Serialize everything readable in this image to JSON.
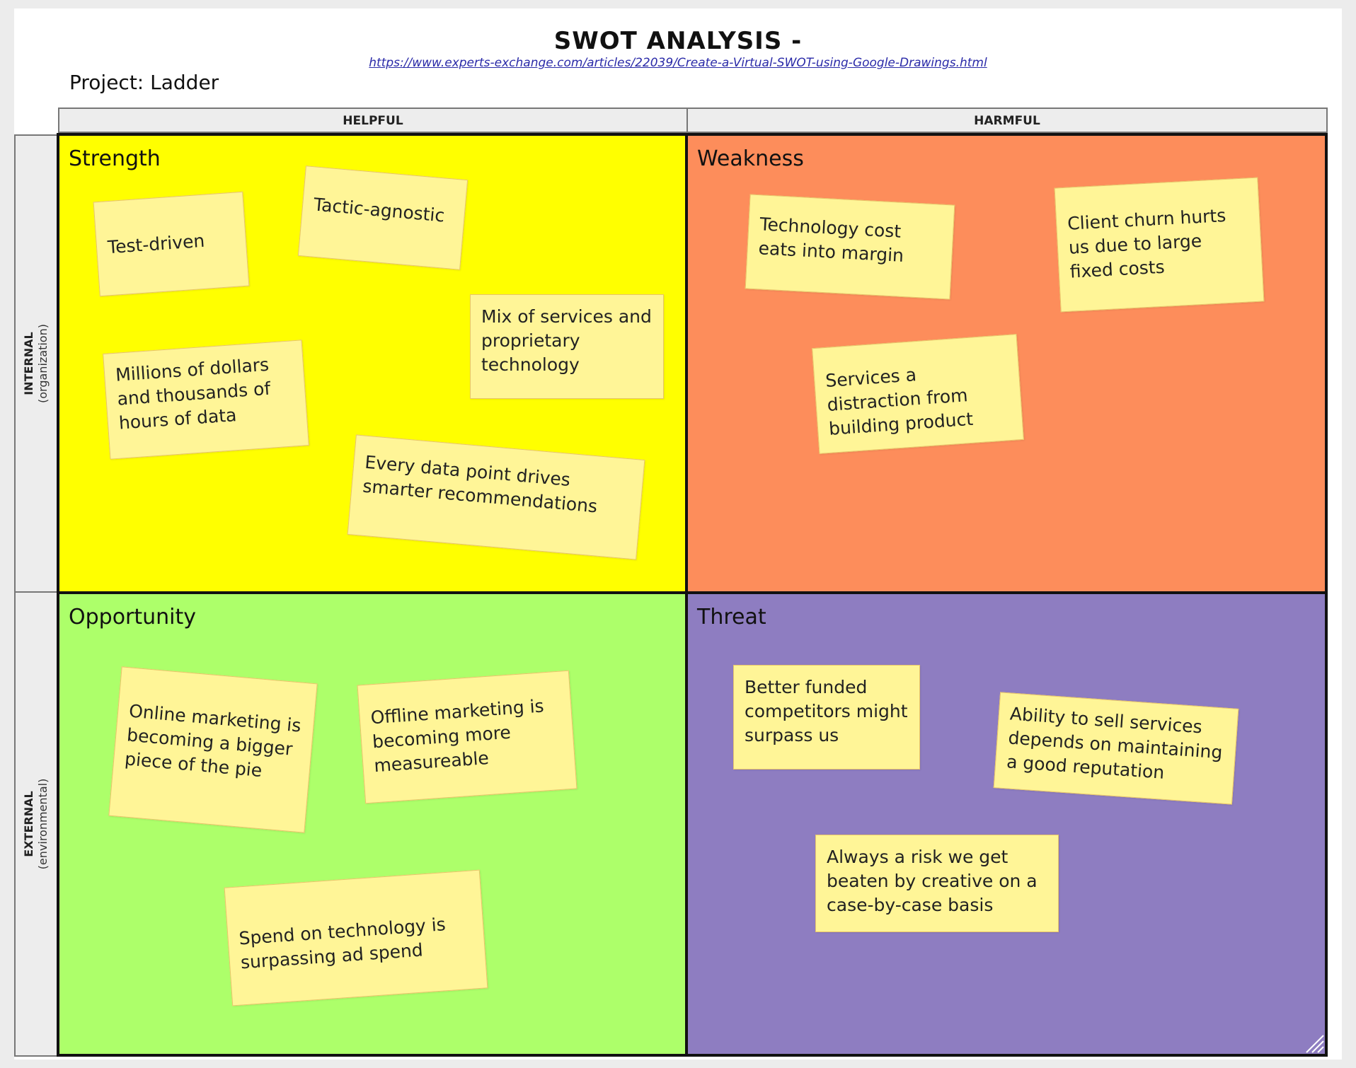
{
  "header": {
    "title": "SWOT ANALYSIS -",
    "url": "https://www.experts-exchange.com/articles/22039/Create-a-Virtual-SWOT-using-Google-Drawings.html",
    "project": "Project: Ladder"
  },
  "columns": {
    "helpful": "HELPFUL",
    "harmful": "HARMFUL"
  },
  "rows": {
    "internal": {
      "label": "INTERNAL",
      "sub": "(organization)"
    },
    "external": {
      "label": "EXTERNAL",
      "sub": "(environmental)"
    }
  },
  "quadrants": {
    "strength": {
      "title": "Strength",
      "color": "#ffff00",
      "notes": [
        "Test-driven",
        "Tactic-agnostic",
        "Millions of dollars and thousands of hours of data",
        "Mix of services and proprietary technology",
        "Every data point drives smarter recommendations"
      ]
    },
    "weakness": {
      "title": "Weakness",
      "color": "#fd8d5b",
      "notes": [
        "Technology cost eats into margin",
        "Client churn hurts us due to large fixed costs",
        "Services a distraction from building product"
      ]
    },
    "opportunity": {
      "title": "Opportunity",
      "color": "#adff6a",
      "notes": [
        "Online marketing is becoming a bigger piece of the pie",
        "Offline marketing is becoming more measureable",
        "Spend on technology is surpassing ad spend"
      ]
    },
    "threat": {
      "title": "Threat",
      "color": "#8e7dc1",
      "notes": [
        "Better funded competitors might surpass us",
        "Ability to sell services depends on maintaining a good reputation",
        "Always a risk we get beaten by creative on a case-by-case basis"
      ]
    }
  },
  "note_color": "#fff597"
}
